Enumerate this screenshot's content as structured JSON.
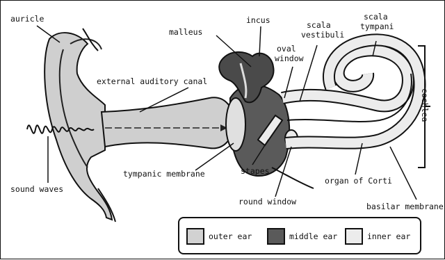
{
  "labels": {
    "auricle": "auricle",
    "incus": "incus",
    "malleus": "malleus",
    "scala_vestibuli_1": "scala",
    "scala_vestibuli_2": "vestibuli",
    "scala_tympani_1": "scala",
    "scala_tympani_2": "tympani",
    "oval_window_1": "oval",
    "oval_window_2": "window",
    "external_auditory_canal": "external auditory canal",
    "cochlea": "cochlea",
    "sound_waves": "sound waves",
    "tympanic_membrane": "tympanic membrane",
    "stapes": "stapes",
    "organ_of_corti": "organ of Corti",
    "round_window": "round window",
    "basilar_membrane": "basilar membrane"
  },
  "legend": [
    {
      "label": "outer ear",
      "color": "#d2d2d2"
    },
    {
      "label": "middle ear",
      "color": "#5a5a5a"
    },
    {
      "label": "inner ear",
      "color": "#ececec"
    }
  ]
}
